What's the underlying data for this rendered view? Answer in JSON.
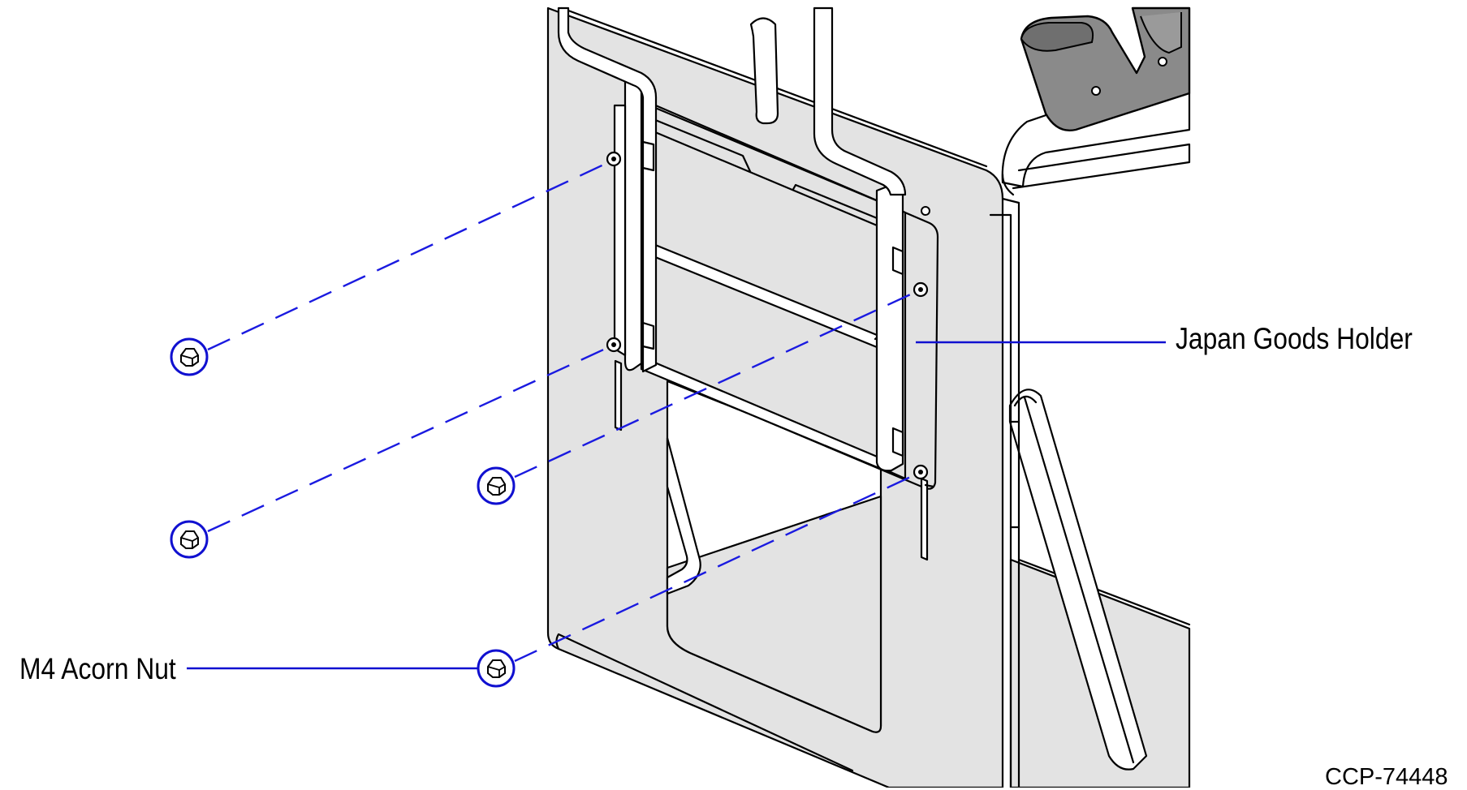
{
  "labels": {
    "holder": "Japan Goods Holder",
    "nut": "M4 Acorn Nut",
    "figure_id": "CCP-74448"
  },
  "colors": {
    "line": "#000000",
    "panel": "#e3e3e3",
    "panel_dark": "#8a8a8a",
    "leader_blue": "#1010d0",
    "dash_blue": "#1a1ae0"
  },
  "icons": [
    "acorn-nut-icon",
    "stud-icon"
  ]
}
